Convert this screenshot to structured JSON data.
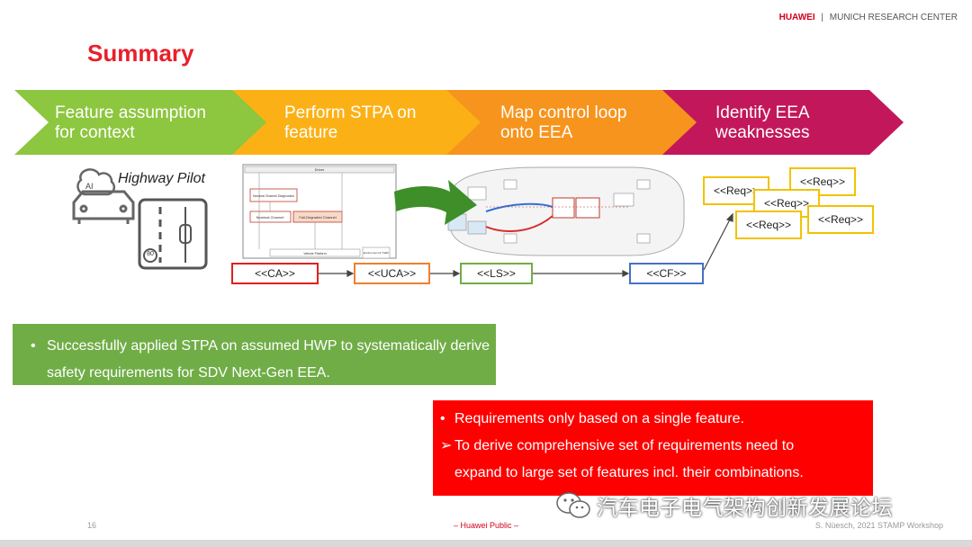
{
  "header": {
    "brand": "HUAWEI",
    "separator": "|",
    "center": "MUNICH RESEARCH CENTER"
  },
  "title": "Summary",
  "steps": [
    {
      "line1": "Feature assumption",
      "line2": "for context",
      "color": "#8dc63f"
    },
    {
      "line1": "Perform STPA on",
      "line2": "feature",
      "color": "#fbb116"
    },
    {
      "line1": "Map control loop",
      "line2": "onto EEA",
      "color": "#f7941d"
    },
    {
      "line1": "Identify EEA",
      "line2": "weaknesses",
      "color": "#c2185b"
    }
  ],
  "highway_pilot_label": "Highway Pilot",
  "speed_sign": "80",
  "stpa_diagram": {
    "driver": "Driver",
    "nominal_diag": "Nominal Channel Diagnostics",
    "nominal_channel": "Nominal Channel",
    "fail_degraded": "Fail-Degraded Channel",
    "vehicle_platform": "Vehicle Platform",
    "environment": "Environment & Traffic"
  },
  "flow": [
    {
      "label": "<<CA>>",
      "color": "#e02020"
    },
    {
      "label": "<<UCA>>",
      "color": "#f08030"
    },
    {
      "label": "<<LS>>",
      "color": "#70ad47"
    },
    {
      "label": "<<CF>>",
      "color": "#4472c4"
    }
  ],
  "requirements": [
    "<<Req>>",
    "<<Req>>",
    "<<Req>>",
    "<<Req>>",
    "<<Req>>"
  ],
  "green_panel": {
    "bullet": "•",
    "text": "Successfully applied STPA on assumed HWP to systematically derive safety requirements for SDV Next-Gen EEA."
  },
  "red_panel": {
    "bullet1": "•",
    "line1": "Requirements only based on a single feature.",
    "bullet2": "➢",
    "line2": "To derive comprehensive set of requirements need to",
    "line3": "expand to large set of features incl. their combinations."
  },
  "footer": {
    "page": "16",
    "center": "– Huawei Public –",
    "right": "S. Nüesch, 2021 STAMP Workshop"
  },
  "watermark": "汽车电子电气架构创新发展论坛"
}
